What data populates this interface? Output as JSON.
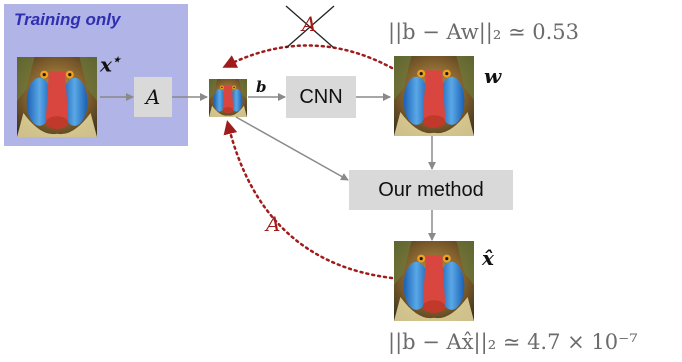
{
  "training": {
    "label": "Training only"
  },
  "images": {
    "xstar": {
      "symbol": "x",
      "sup": "⋆"
    },
    "b": {
      "symbol": "b"
    },
    "w": {
      "symbol": "w"
    },
    "xhat": {
      "symbol": "x̂"
    }
  },
  "operators": {
    "A": "A",
    "cnn": "CNN",
    "our_method": "Our method"
  },
  "feedback": {
    "top_label": "A",
    "bottom_label": "A"
  },
  "results": {
    "w_residual": "||b − Aw||₂ ≃ 0.53",
    "xhat_residual": "||b − Ax̂||₂ ≃  4.7 × 10⁻⁷"
  },
  "colors": {
    "training_bg": "#b0b4e6",
    "training_text": "#2f2fb0",
    "feedback_red": "#a01b1b",
    "box_gray": "#d9d9d9",
    "formula_gray": "#6b6b6b"
  }
}
